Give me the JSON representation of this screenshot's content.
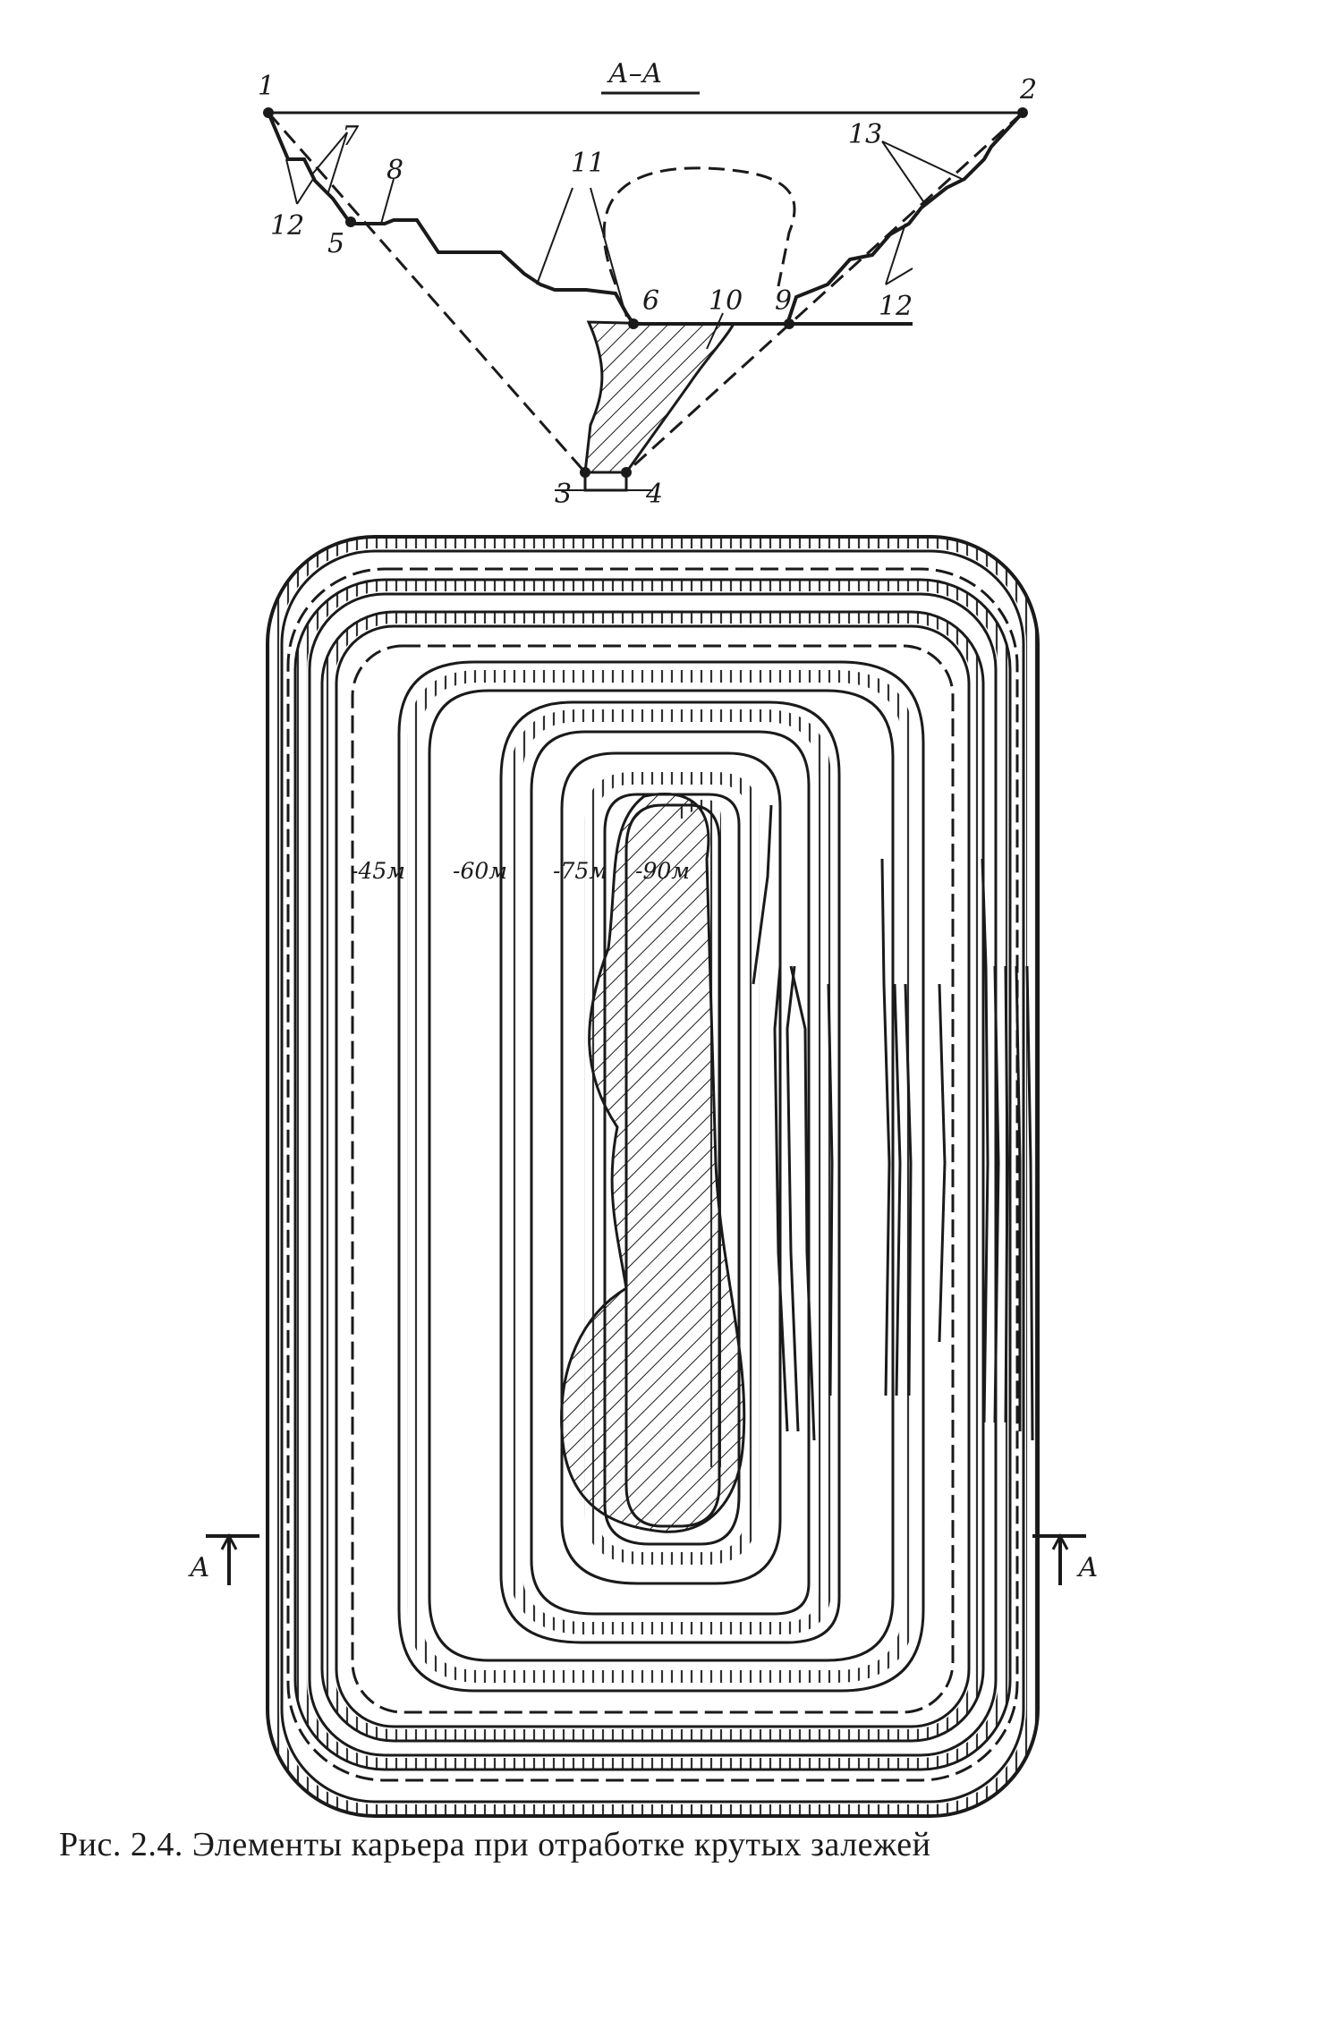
{
  "section_title": "А–А",
  "section_labels": [
    "1",
    "2",
    "3",
    "4",
    "5",
    "6",
    "7",
    "8",
    "9",
    "10",
    "11",
    "12",
    "12",
    "13"
  ],
  "plan_labels": {
    "levels": [
      "-45м",
      "-60м",
      "-75м",
      "-90м"
    ],
    "section_marker_left": "А",
    "section_marker_right": "А"
  },
  "caption": "Рис. 2.4. Элементы карьера при отработке крутых залежей",
  "colors": {
    "ink": "#1a1a1a",
    "background": "#ffffff"
  }
}
